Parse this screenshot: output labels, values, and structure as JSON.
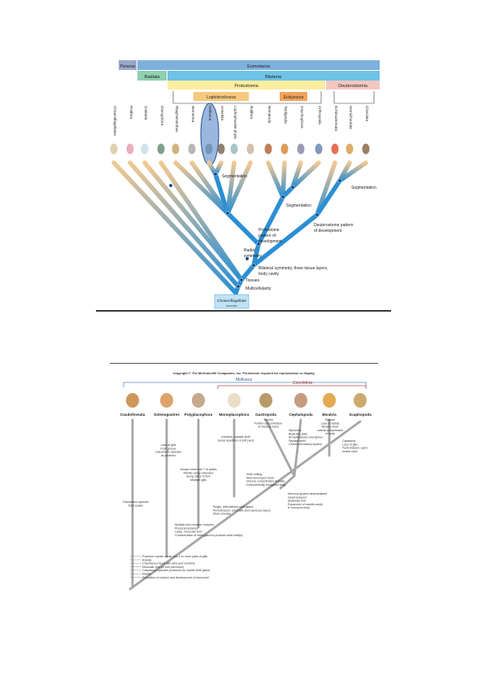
{
  "figure1": {
    "bands": {
      "parazoa": "Parazoa",
      "eumetazoa": "Eumetazoa",
      "radiata": "Radiata",
      "bilateria": "Bilateria",
      "protostomia": "Protostomia",
      "deuterostomia": "Deuterostomia",
      "lophotrochozoa": "Lophotrochozoa",
      "ecdysozoa": "Ecdysozoa"
    },
    "taxa": [
      "Choanoflagellates",
      "Porifera",
      "Cnidaria",
      "Ctenophora",
      "Platyhelminthes",
      "Nemertea",
      "Mollusca",
      "Annelida",
      "Lophophorate phyla",
      "Rotifera",
      "Nematoda",
      "Tardigrada",
      "Onychophora",
      "Arthropoda",
      "Echinodermata",
      "Hemichordata",
      "Chordata"
    ],
    "annotations": {
      "segmentation_1": "Segmentation",
      "segmentation_2": "Segmentation",
      "segmentation_3": "Segmentation",
      "protostome": "Protostome pattern of development",
      "deuterostome": "Deuterostome pattern of development",
      "radial": "Radial symmetry",
      "bilateral": "Bilateral symmetry, three tissue layers, body cavity",
      "tissues": "Tissues",
      "multicellularity": "Multicellularity"
    },
    "root": {
      "title": "Choanoflagellate",
      "subtitle": "ancestor"
    }
  },
  "figure2": {
    "copyright": "Copyright © The McGraw-Hill Companies, Inc. Permission required for reproduction or display.",
    "groups": {
      "mollusca": "Mollusca",
      "conchifera": "Conchifera"
    },
    "taxa": [
      "Caudofoveata",
      "Solenogastres",
      "Polyplacophora",
      "Monoplacophora",
      "Gastropoda",
      "Cephalopoda",
      "Bivalvia",
      "Scaphopoda"
    ],
    "notes": {
      "gastropoda": "Torsion\nFurther concentration\nof visceral mass",
      "bivalvia": "Byssus\nLoss of radula\nBivalve shell\nLateral compression\nof body",
      "cephalopoda": "Siphuncle\nBeak-like jaws\nArms/tentacles and siphon\nSeptate shell\nClosed circulatory system",
      "solenogastres": "Loss of gills\nFoot groove\nCalcareous spicules\nat posterior",
      "monoplacophora": "Univalve, septate shell\nSerial repetition of soft parts",
      "scaphopoda": "Captacula\nLoss of gills\nTusk-shaped, open-\nended shell",
      "polyplacophora": "Unique shell with 7–8 plates\nMantle cavity extended\nalong sides of foot\nMultiple gills",
      "shell_coiling": "Shell coiling\nWell-developed head\nViscera concentrated dorsally\nDorsoventrally elongated body",
      "nervous": "Nervous system decentralized\nHead reduced\nSpatulate foot\nExpansion of mantle cavity\nto surround body",
      "caudofoveata": "Calcareous spicules\nform scales",
      "shell_gland": "Single, well-defined shell gland\nPeriostracum, prismatic and nacreous layers\nShell univalve",
      "foot_muscles": "Multiple foot retractor muscles\nPrecoral tentacles\nLarge, muscular foot\nConcentration of shell gland to produce solid shell(s)",
      "base": "Posterior mantle cavity with 1 or more pairs of gills\nRadula\nChambered heart with atria and ventricle\nMuscular foot (or foot precursor)\nCalcareous spicules produced by mantle shell gland\nMantle\nReduction of coelom and development of hemocoel"
    }
  },
  "colors": {
    "branch_blue": "#2c8fd4",
    "parazoa_band": "#9aa8c9",
    "eumetazoa_band": "#7db0dc",
    "radiata_band": "#8fd0b0",
    "bilateria_band": "#6ec3e6",
    "protostomia_band": "#fbeda0",
    "deuterostomia_band": "#f6c6c1",
    "lophotrochozoa_band": "#f6c97c",
    "ecdysozoa_band": "#f5a35a",
    "mollusc_branch": "#a6a6a6",
    "bracket_blue": "#5a8fc0",
    "bracket_red": "#c0504d"
  }
}
